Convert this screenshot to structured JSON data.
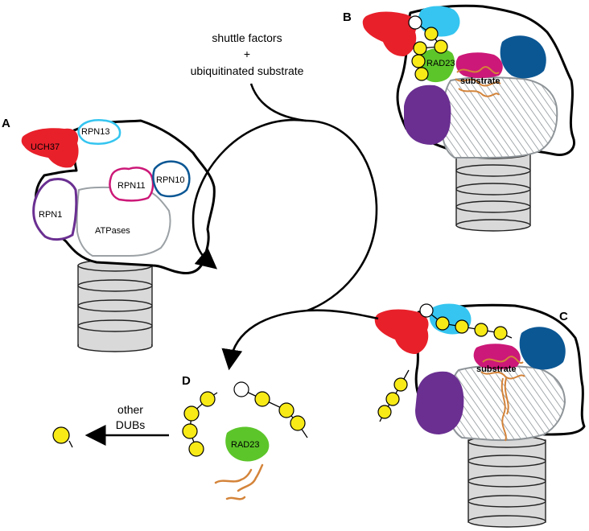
{
  "panels": {
    "A": "A",
    "B": "B",
    "C": "C",
    "D": "D"
  },
  "labels": {
    "uch37": "UCH37",
    "rpn13": "RPN13",
    "rpn11": "RPN11",
    "rpn10": "RPN10",
    "rpn1": "RPN1",
    "atpases": "ATPases",
    "rad23_b": "RAD23",
    "substrate_b": "substrate",
    "substrate_c": "substrate",
    "rad23_d": "RAD23"
  },
  "annotations": {
    "shuttle_line1": "shuttle factors",
    "shuttle_line2": "+",
    "shuttle_line3": "ubiquitinated substrate",
    "dubs_line1": "other",
    "dubs_line2": "DUBs"
  },
  "colors": {
    "uch37": "#e8202a",
    "rpn13": "#35c5f0",
    "rpn11": "#cc1878",
    "rpn10": "#0b5794",
    "rpn1": "#6a2f91",
    "rad23": "#5cc52a",
    "ubiquitin": "#f7ea16",
    "substrate": "#d4843a",
    "core": "#d9d9d9"
  }
}
